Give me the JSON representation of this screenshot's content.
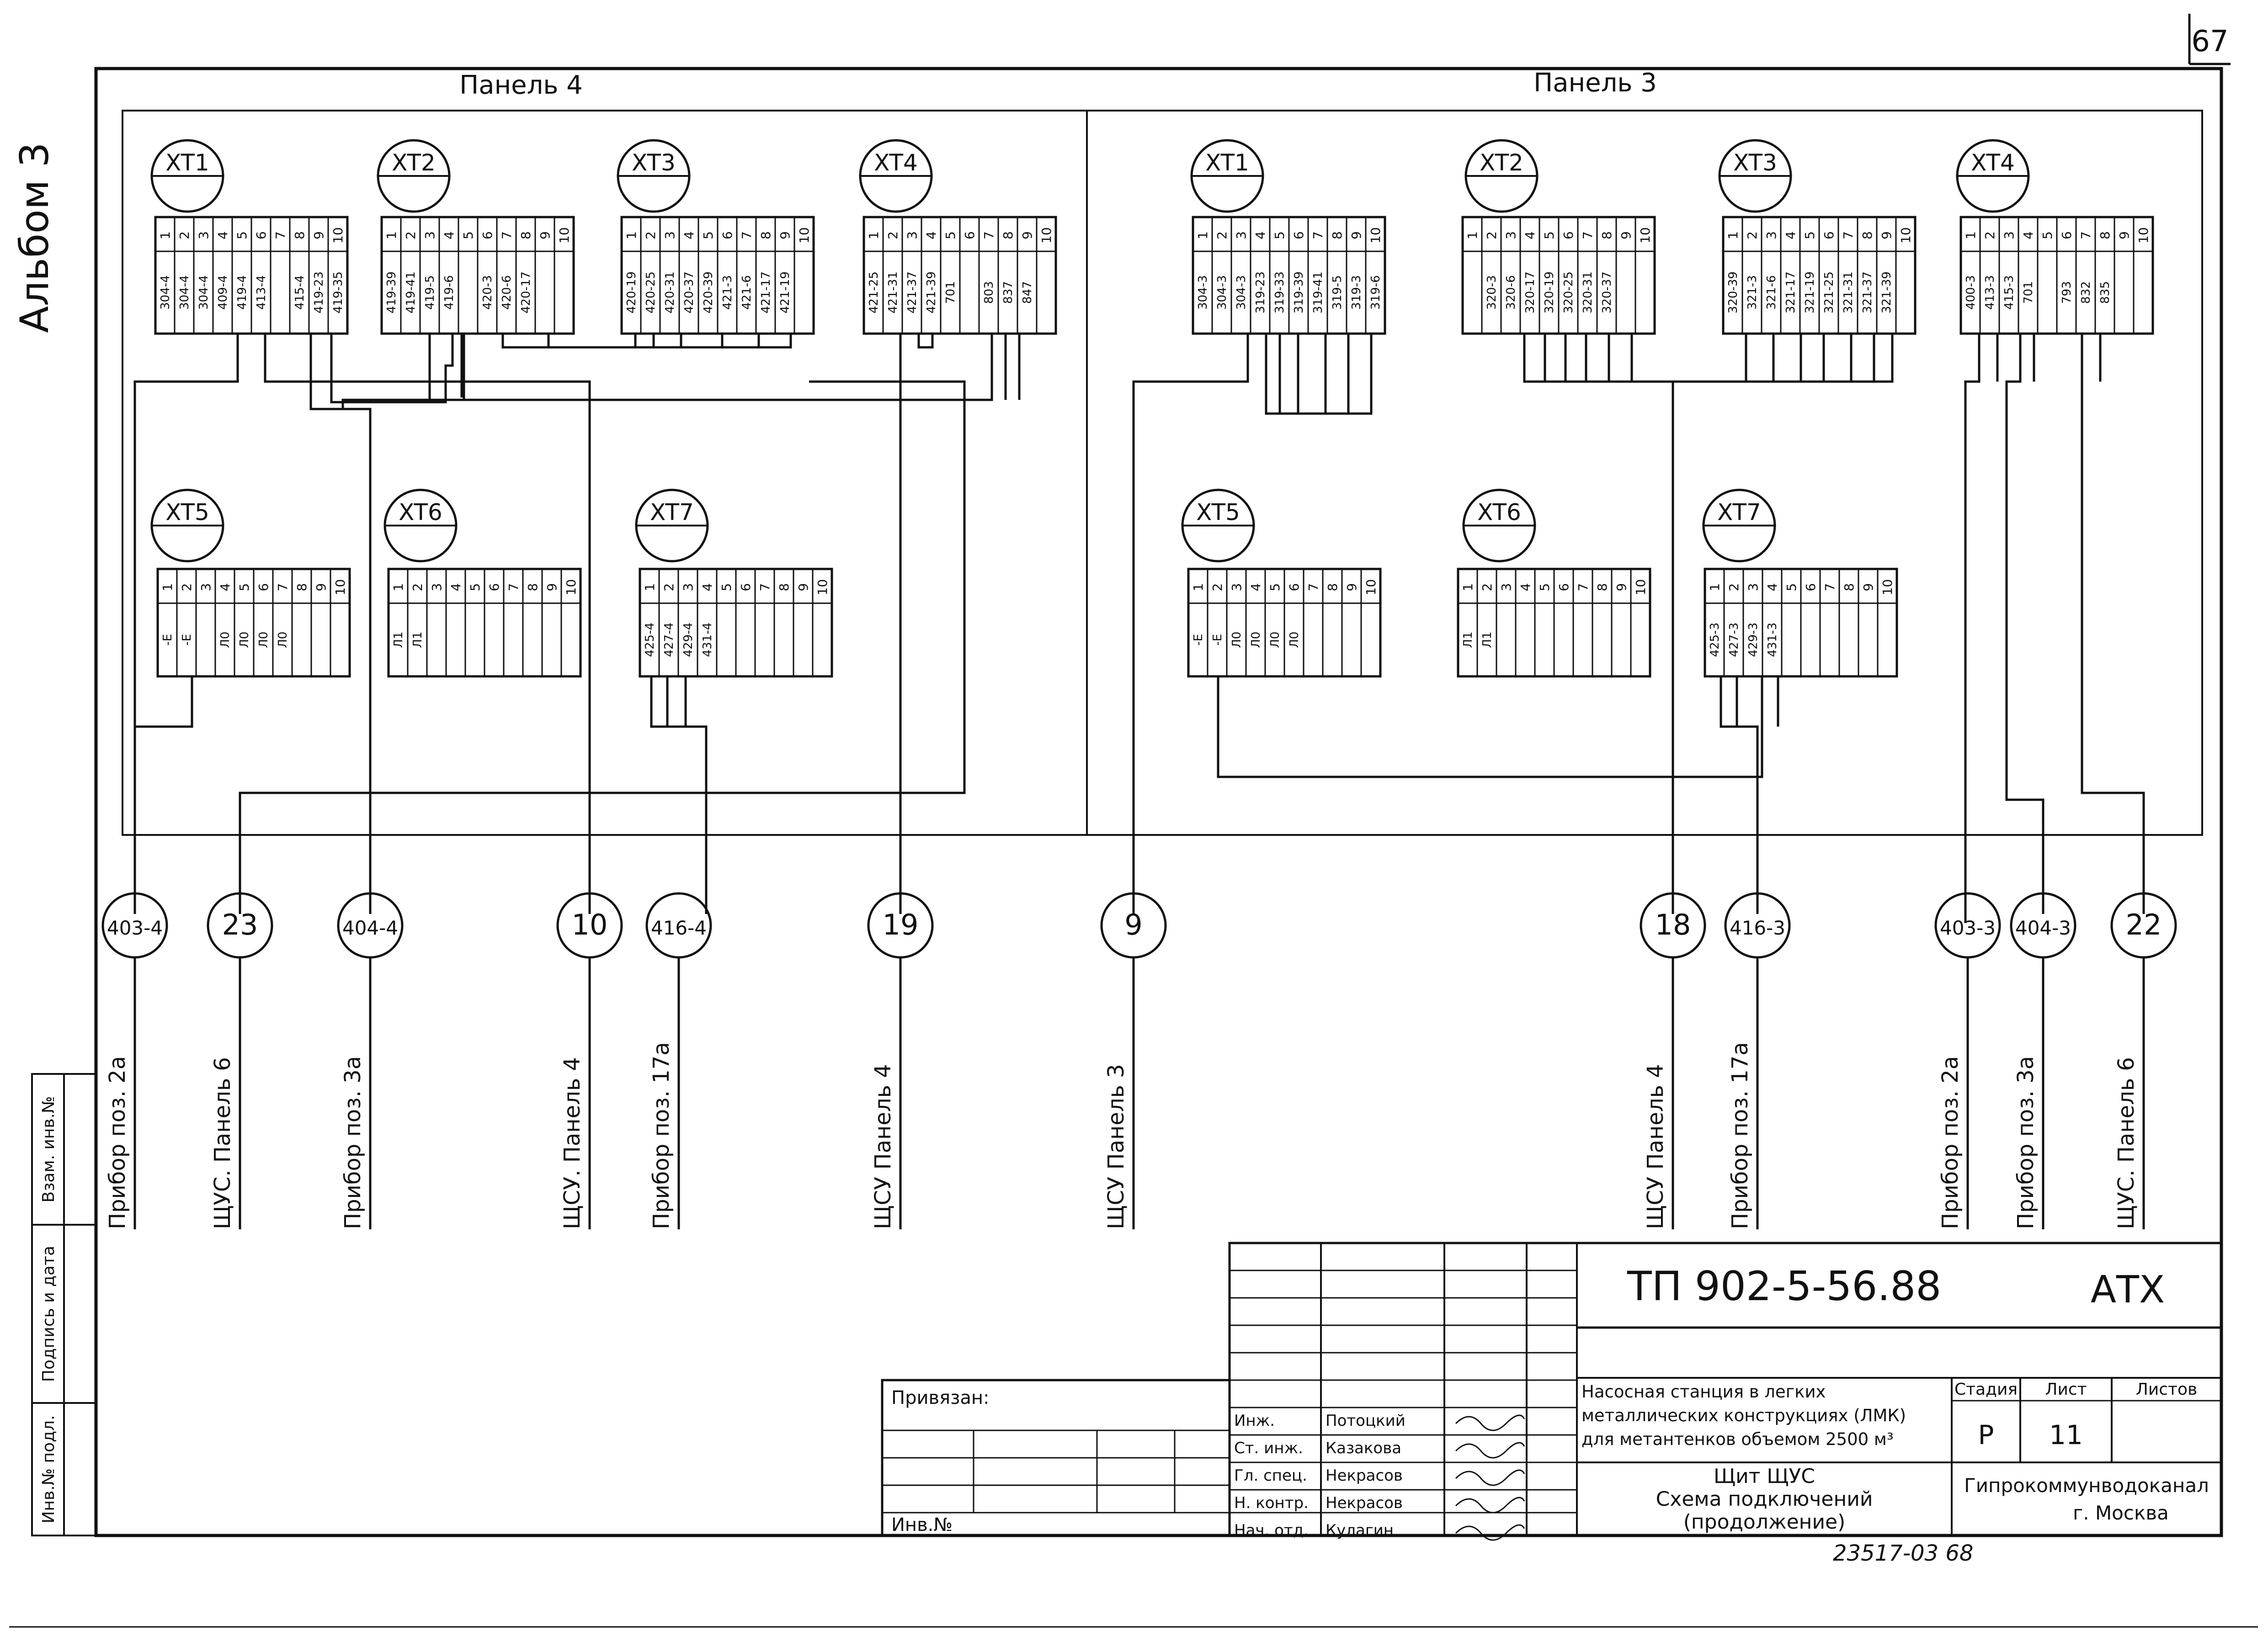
{
  "sheet": {
    "page_number": "67",
    "album_label": "Альбом 3",
    "bottom_handwriting": "23517-03   68"
  },
  "panels": [
    {
      "title": "Панель 4",
      "blocks": [
        {
          "name": "XT1",
          "pins": [
            "1",
            "2",
            "3",
            "4",
            "5",
            "6",
            "7",
            "8",
            "9",
            "10"
          ],
          "labels": [
            "304-4",
            "304-4",
            "304-4",
            "409-4",
            "419-4",
            "413-4",
            "",
            "415-4",
            "419-23",
            "419-35"
          ]
        },
        {
          "name": "XT2",
          "pins": [
            "1",
            "2",
            "3",
            "4",
            "5",
            "6",
            "7",
            "8",
            "9",
            "10"
          ],
          "labels": [
            "419-39",
            "419-41",
            "419-5",
            "419-6",
            "",
            "420-3",
            "420-6",
            "420-17",
            "",
            ""
          ]
        },
        {
          "name": "XT3",
          "pins": [
            "1",
            "2",
            "3",
            "4",
            "5",
            "6",
            "7",
            "8",
            "9",
            "10"
          ],
          "labels": [
            "420-19",
            "420-25",
            "420-31",
            "420-37",
            "420-39",
            "421-3",
            "421-6",
            "421-17",
            "421-19",
            ""
          ]
        },
        {
          "name": "XT4",
          "pins": [
            "1",
            "2",
            "3",
            "4",
            "5",
            "6",
            "7",
            "8",
            "9",
            "10"
          ],
          "labels": [
            "421-25",
            "421-31",
            "421-37",
            "421-39",
            "701",
            "",
            "803",
            "837",
            "847",
            ""
          ]
        },
        {
          "name": "XT5",
          "pins": [
            "1",
            "2",
            "3",
            "4",
            "5",
            "6",
            "7",
            "8",
            "9",
            "10"
          ],
          "labels": [
            "-E",
            "-E",
            "",
            "Л0",
            "Л0",
            "Л0",
            "Л0",
            "",
            "",
            ""
          ]
        },
        {
          "name": "XT6",
          "pins": [
            "1",
            "2",
            "3",
            "4",
            "5",
            "6",
            "7",
            "8",
            "9",
            "10"
          ],
          "labels": [
            "Л1",
            "Л1",
            "",
            "",
            "",
            "",
            "",
            "",
            "",
            ""
          ]
        },
        {
          "name": "XT7",
          "pins": [
            "1",
            "2",
            "3",
            "4",
            "5",
            "6",
            "7",
            "8",
            "9",
            "10"
          ],
          "labels": [
            "425-4",
            "427-4",
            "429-4",
            "431-4",
            "",
            "",
            "",
            "",
            "",
            ""
          ]
        }
      ]
    },
    {
      "title": "Панель 3",
      "blocks": [
        {
          "name": "XT1",
          "pins": [
            "1",
            "2",
            "3",
            "4",
            "5",
            "6",
            "7",
            "8",
            "9",
            "10"
          ],
          "labels": [
            "304-3",
            "304-3",
            "304-3",
            "319-23",
            "319-33",
            "319-39",
            "319-41",
            "319-5",
            "319-3",
            "319-6"
          ]
        },
        {
          "name": "XT2",
          "pins": [
            "1",
            "2",
            "3",
            "4",
            "5",
            "6",
            "7",
            "8",
            "9",
            "10"
          ],
          "labels": [
            "",
            "320-3",
            "320-6",
            "320-17",
            "320-19",
            "320-25",
            "320-31",
            "320-37",
            "",
            ""
          ]
        },
        {
          "name": "XT3",
          "pins": [
            "1",
            "2",
            "3",
            "4",
            "5",
            "6",
            "7",
            "8",
            "9",
            "10"
          ],
          "labels": [
            "320-39",
            "321-3",
            "321-6",
            "321-17",
            "321-19",
            "321-25",
            "321-31",
            "321-37",
            "321-39",
            ""
          ]
        },
        {
          "name": "XT4",
          "pins": [
            "1",
            "2",
            "3",
            "4",
            "5",
            "6",
            "7",
            "8",
            "9",
            "10"
          ],
          "labels": [
            "400-3",
            "413-3",
            "415-3",
            "701",
            "",
            "793",
            "832",
            "835",
            "",
            ""
          ]
        },
        {
          "name": "XT5",
          "pins": [
            "1",
            "2",
            "3",
            "4",
            "5",
            "6",
            "7",
            "8",
            "9",
            "10"
          ],
          "labels": [
            "-E",
            "-E",
            "Л0",
            "Л0",
            "Л0",
            "Л0",
            "",
            "",
            "",
            ""
          ]
        },
        {
          "name": "XT6",
          "pins": [
            "1",
            "2",
            "3",
            "4",
            "5",
            "6",
            "7",
            "8",
            "9",
            "10"
          ],
          "labels": [
            "Л1",
            "Л1",
            "",
            "",
            "",
            "",
            "",
            "",
            "",
            ""
          ]
        },
        {
          "name": "XT7",
          "pins": [
            "1",
            "2",
            "3",
            "4",
            "5",
            "6",
            "7",
            "8",
            "9",
            "10"
          ],
          "labels": [
            "425-3",
            "427-3",
            "429-3",
            "431-3",
            "",
            "",
            "",
            "",
            "",
            ""
          ]
        }
      ]
    }
  ],
  "cables": [
    {
      "id": "403-4",
      "dest": "Прибор поз. 2а"
    },
    {
      "id": "23",
      "dest": "ЩУС. Панель 6"
    },
    {
      "id": "404-4",
      "dest": "Прибор поз. 3а"
    },
    {
      "id": "10",
      "dest": "ЩСУ. Панель 4"
    },
    {
      "id": "416-4",
      "dest": "Прибор поз. 17а"
    },
    {
      "id": "19",
      "dest": "ЩСУ Панель 4"
    },
    {
      "id": "9",
      "dest": "ЩСУ Панель 3"
    },
    {
      "id": "18",
      "dest": "ЩСУ Панель 4"
    },
    {
      "id": "416-3",
      "dest": "Прибор поз. 17а"
    },
    {
      "id": "403-3",
      "dest": "Прибор поз. 2а"
    },
    {
      "id": "404-3",
      "dest": "Прибор поз. 3а"
    },
    {
      "id": "22",
      "dest": "ЩУС. Панель 6"
    }
  ],
  "left_stamp": [
    "Взам. инв.№",
    "Подпись и дата",
    "Инв.№ подл."
  ],
  "title_block": {
    "doc_code": "ТП 902-5-56.88",
    "doc_mark": "АТХ",
    "project": [
      "Насосная станция в легких",
      "металлических конструкциях (ЛМК)",
      "для метантенков объемом 2500 м³"
    ],
    "drawing": [
      "Щит ЩУС",
      "Схема подключений",
      "(продолжение)"
    ],
    "stage_header": "Стадия",
    "sheet_header": "Лист",
    "sheets_header": "Листов",
    "stage": "Р",
    "sheet": "11",
    "sheets": "",
    "org": [
      "Гипрокоммунводоканал",
      "г. Москва"
    ],
    "bound_label": "Привязан:",
    "inv_label": "Инв.№",
    "signatures": [
      {
        "role": "Инж.",
        "name": "Потоцкий"
      },
      {
        "role": "Ст. инж.",
        "name": "Казакова"
      },
      {
        "role": "Гл. спец.",
        "name": "Некрасов"
      },
      {
        "role": "Н. контр.",
        "name": "Некрасов"
      },
      {
        "role": "Нач. отд.",
        "name": "Кулагин"
      }
    ]
  }
}
